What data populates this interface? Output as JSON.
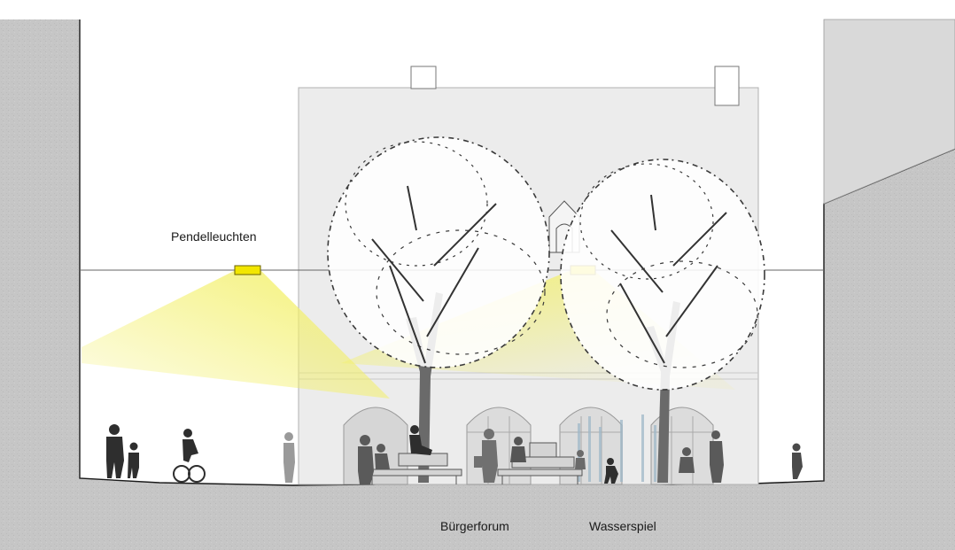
{
  "labels": {
    "pendant_lights": "Pendelleuchten",
    "civic_forum": "Bürgerforum",
    "water_feature": "Wasserspiel"
  },
  "colors": {
    "ground": "#c4c4c4",
    "facade": "#ececec",
    "light_cone": "#f3f06a",
    "lamp": "#f2e600",
    "silhouette": "#2e2e2e",
    "window_glass": "#dcdcdc"
  }
}
